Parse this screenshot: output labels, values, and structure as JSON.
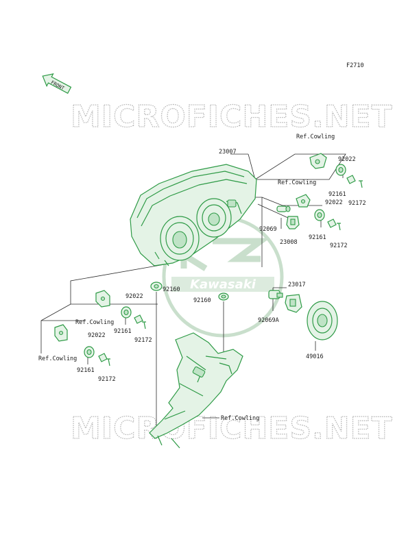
{
  "figure_code": "F2710",
  "front_badge": "FRONT",
  "watermark_text": "MICROFICHES.NET",
  "logo_text": "Kawasaki",
  "colors": {
    "part_line": "#2d9a45",
    "part_fill": "#e4f3e6",
    "leader_line": "#2a2a2a",
    "watermark": "#b9b9b9",
    "logo": "#c9dfcc"
  },
  "labels": {
    "headlight_assy": "23007",
    "bulb_position": "23008",
    "socket_position": "92069",
    "socket_headlight": "23017",
    "bulb_headlight": "92069A",
    "cap": "49016",
    "ref_cowling": "Ref.Cowling",
    "grommet_a": "92160",
    "grommet_b": "92160",
    "damper": "92161",
    "collar": "92022",
    "bolt": "92172"
  }
}
